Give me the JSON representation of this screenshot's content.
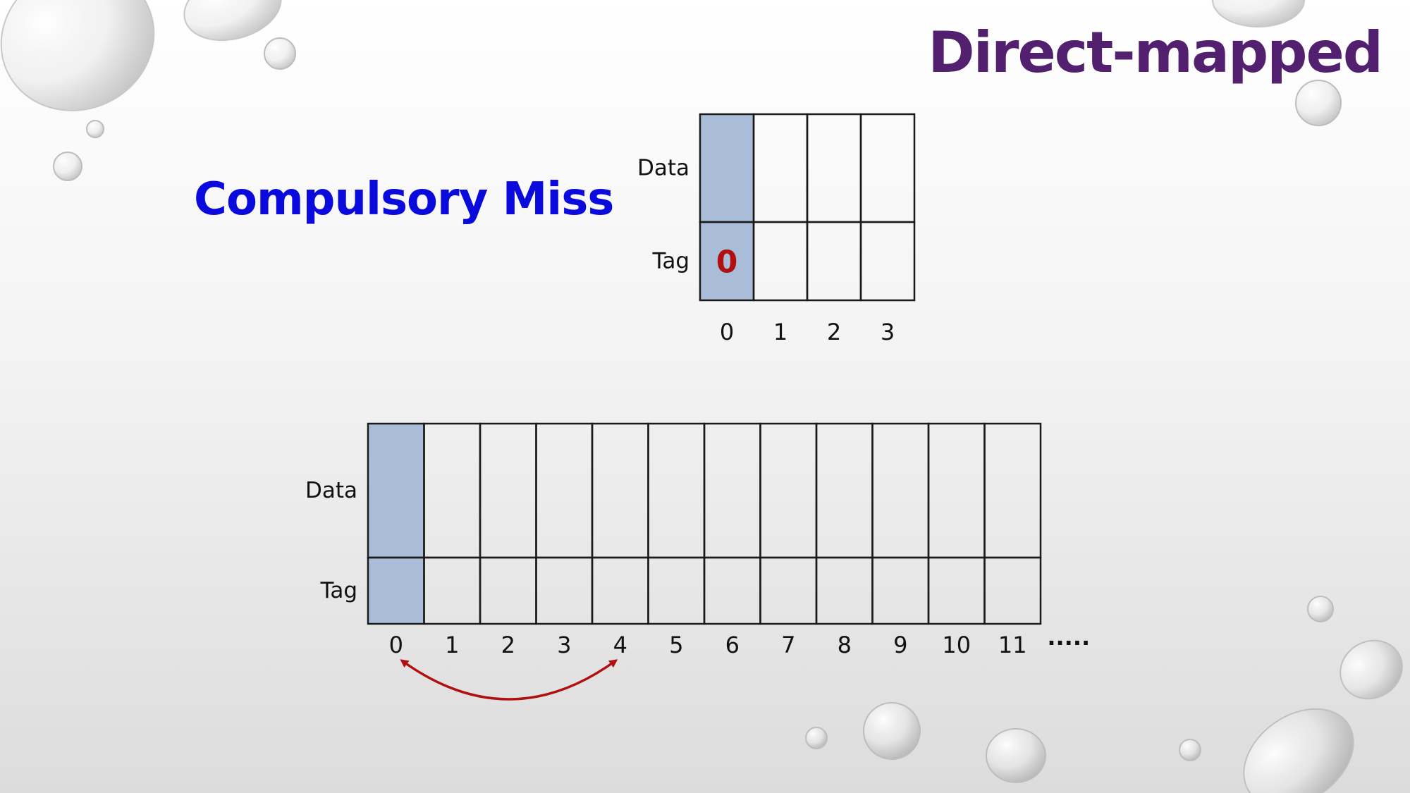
{
  "slide": {
    "title": "Direct-mapped",
    "subtitle": "Compulsory Miss"
  },
  "colors": {
    "title": "#52206f",
    "subtitle": "#0a0adc",
    "highlight": "#a9bcd8",
    "tag_value": "#b01010",
    "arrow": "#b01010",
    "grid": "#1a1a1a"
  },
  "cache": {
    "data_label": "Data",
    "tag_label": "Tag",
    "indices": [
      "0",
      "1",
      "2",
      "3"
    ],
    "highlighted_index": 0,
    "tag_value": "0"
  },
  "memory": {
    "data_label": "Data",
    "tag_label": "Tag",
    "indices": [
      "0",
      "1",
      "2",
      "3",
      "4",
      "5",
      "6",
      "7",
      "8",
      "9",
      "10",
      "11"
    ],
    "ellipsis": ".....",
    "highlighted_index": 0,
    "arrow_between": [
      "0",
      "4"
    ]
  },
  "decor": {
    "icon": "water-droplets-decoration"
  }
}
